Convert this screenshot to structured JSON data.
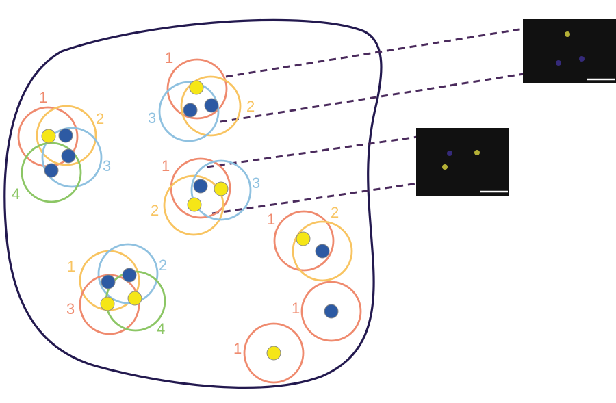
{
  "colors": {
    "outline": "#23194f",
    "ring1": "#ef8a6e",
    "ring2": "#f8c461",
    "ring3": "#8fc1e0",
    "ring4": "#8cc665",
    "dot_yellow": "#f5e617",
    "dot_blue": "#2d5aa3",
    "dash": "#4a2a5c",
    "inset_bg": "#111111",
    "scale_bar": "#ffffff"
  },
  "labels": {
    "c1": [
      "1",
      "2",
      "3",
      "4"
    ],
    "c2": [
      "1",
      "2",
      "3"
    ],
    "c3": [
      "1",
      "2",
      "3"
    ],
    "c4": [
      "1",
      "2",
      "3",
      "4"
    ],
    "c5": [
      "1",
      "2"
    ],
    "c6": [
      "1"
    ],
    "c7": [
      "1"
    ]
  },
  "insets": [
    {
      "name": "top-inset-micrograph"
    },
    {
      "name": "middle-inset-micrograph"
    }
  ]
}
